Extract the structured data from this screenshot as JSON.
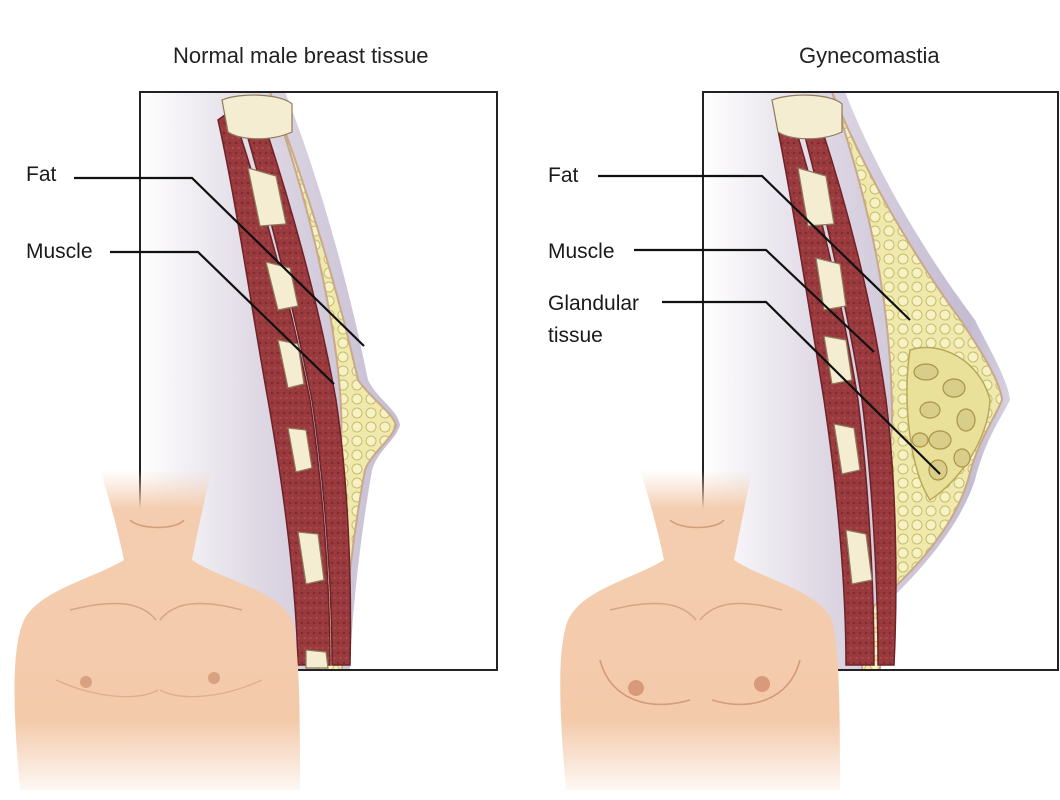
{
  "panels": [
    {
      "title": "Normal male breast tissue",
      "labels": {
        "fat": "Fat",
        "muscle": "Muscle"
      }
    },
    {
      "title": "Gynecomastia",
      "labels": {
        "fat": "Fat",
        "muscle": "Muscle",
        "glandular_line1": "Glandular",
        "glandular_line2": "tissue"
      }
    }
  ],
  "colors": {
    "muscle": "#9b3a3f",
    "muscle_dark": "#6e2328",
    "fat": "#eee8a8",
    "fat_outline": "#c9bf6a",
    "bone": "#f3ecd0",
    "skin": "#f3c9a8",
    "skin_shadow": "#d9a07e",
    "chest_shadow": "#c9c2d6",
    "frame": "#222222"
  }
}
